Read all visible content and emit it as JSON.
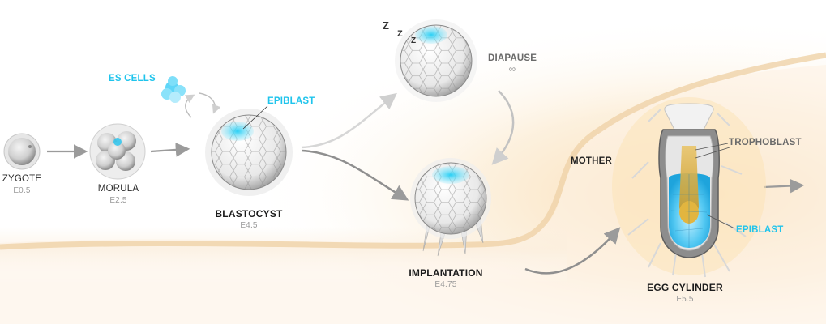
{
  "stages": {
    "zygote": {
      "name": "ZYGOTE",
      "day": "E0.5"
    },
    "morula": {
      "name": "MORULA",
      "day": "E2.5"
    },
    "blastocyst": {
      "name": "BLASTOCYST",
      "day": "E4.5"
    },
    "implantation": {
      "name": "IMPLANTATION",
      "day": "E4.75"
    },
    "egg_cylinder": {
      "name": "EGG CYLINDER",
      "day": "E5.5"
    }
  },
  "labels": {
    "es_cells": "ES CELLS",
    "epiblast_blastocyst": "EPIBLAST",
    "diapause": "DIAPAUSE",
    "diapause_symbol": "∞",
    "sleep_z": [
      "Z",
      "Z",
      "Z"
    ],
    "mother": "MOTHER",
    "trophoblast": "TROPHOBLAST",
    "epiblast_egg_cylinder": "EPIBLAST"
  },
  "colors": {
    "epiblast_cyan": "#1fc4ec",
    "glow_orange": "#f6c98a",
    "arrow_grey": "#9b9b9b"
  }
}
